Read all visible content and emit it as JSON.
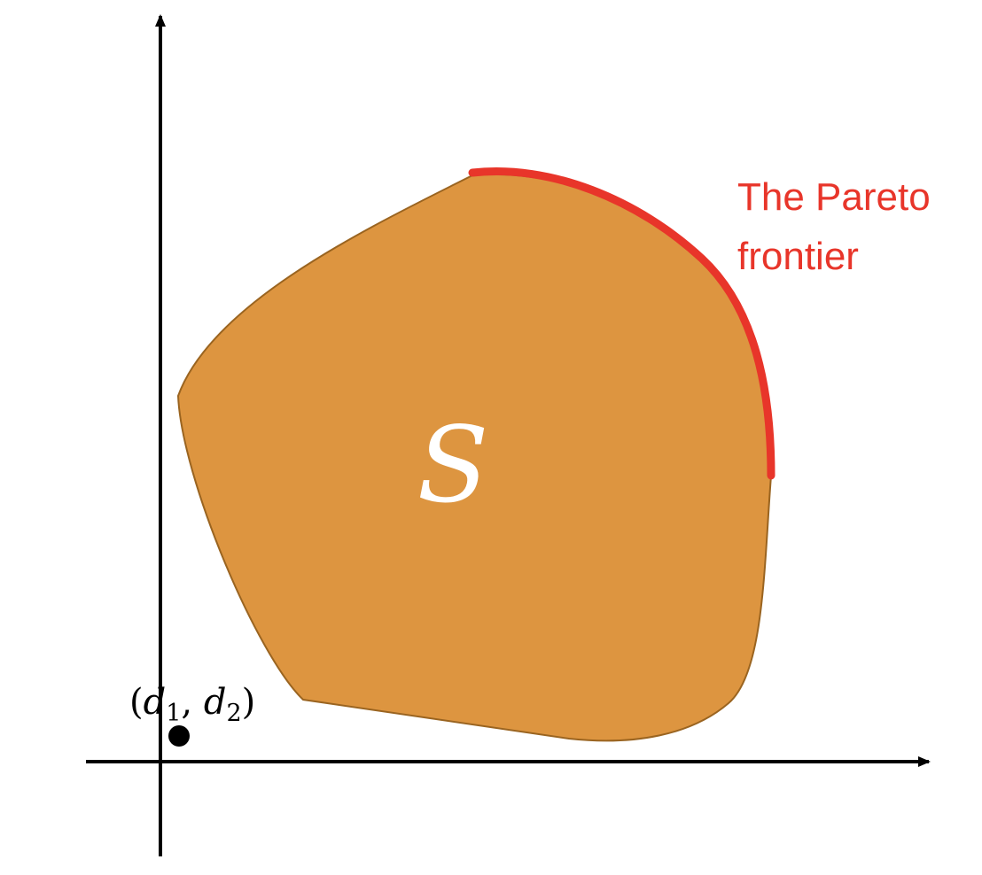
{
  "diagram": {
    "set_label": "S",
    "point_label": {
      "open": "(",
      "var1": "d",
      "sub1": "1",
      "comma": ", ",
      "var2": "d",
      "sub2": "2",
      "close": ")"
    },
    "frontier_label": {
      "line1": "The Pareto",
      "line2": "frontier"
    }
  },
  "colors": {
    "set_fill": "#DD9540",
    "set_stroke": "#9A6420",
    "frontier": "#E8352A",
    "set_label": "#FFFFFF",
    "axes": "#000000"
  }
}
